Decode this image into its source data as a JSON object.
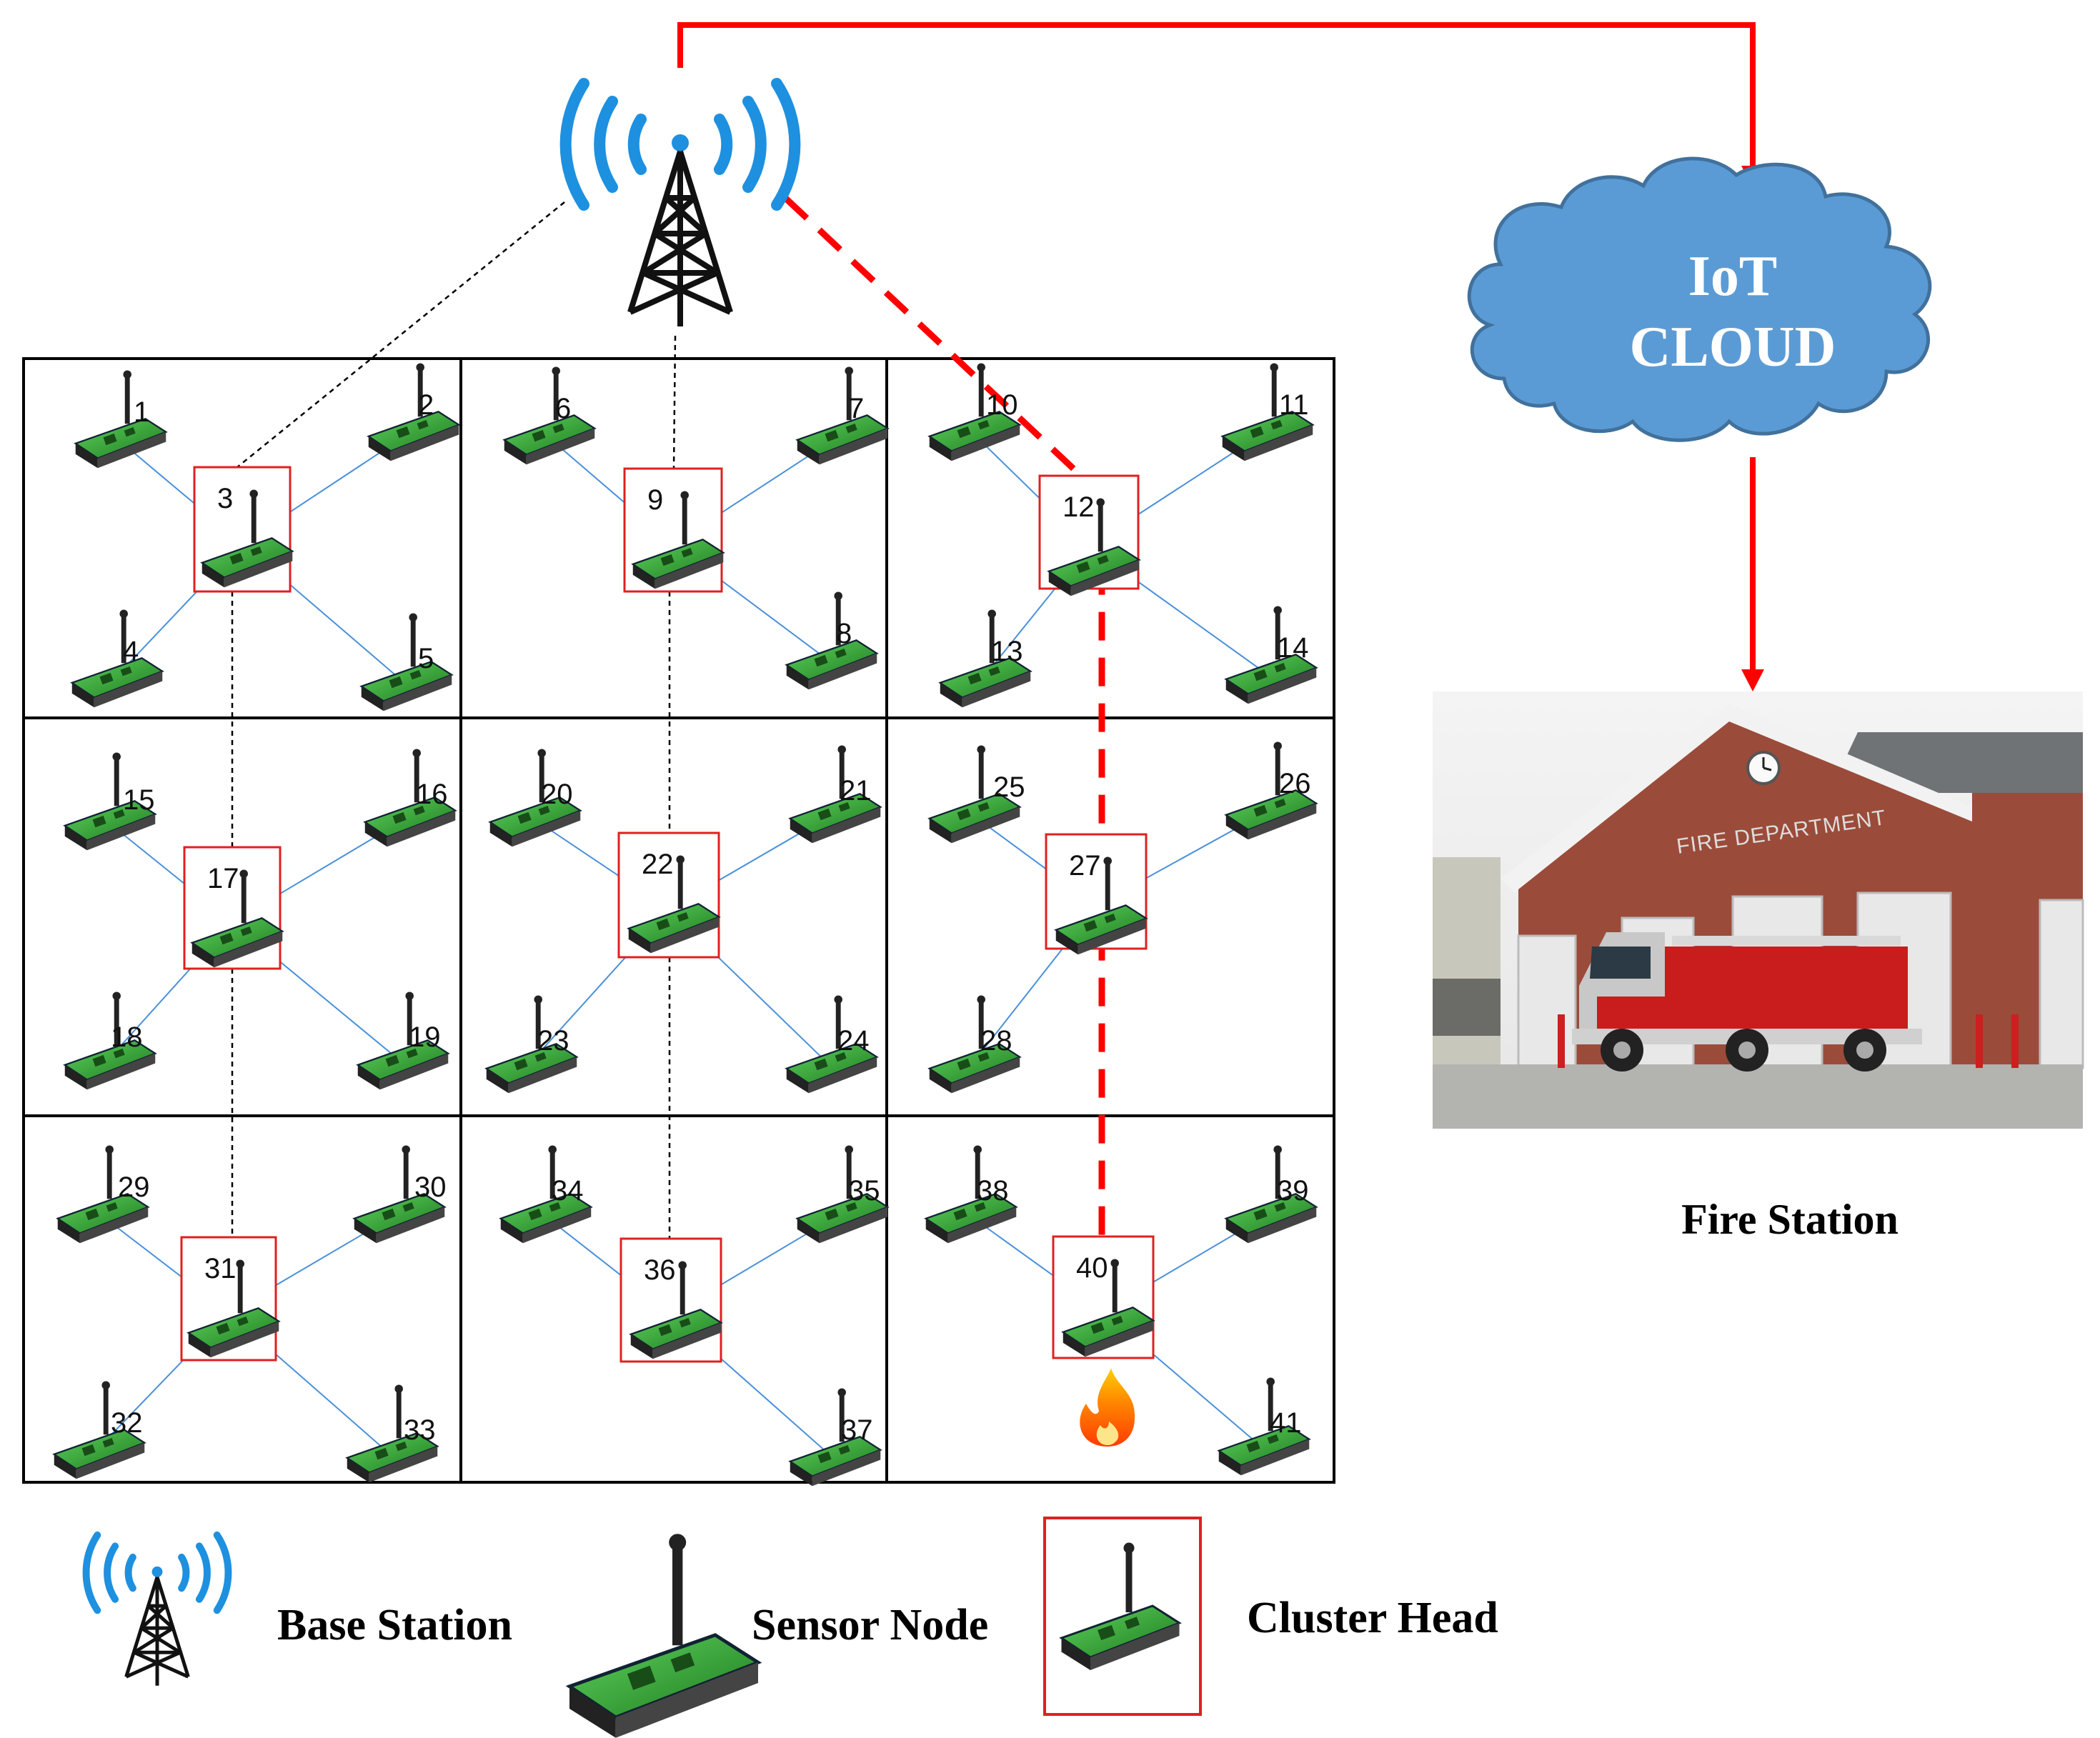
{
  "cloud": {
    "line1": "IoT",
    "line2": "CLOUD"
  },
  "fire_station": {
    "caption": "Fire Station",
    "sign": "FIRE DEPARTMENT"
  },
  "legend": {
    "base_station": "Base Station",
    "sensor_node": "Sensor Node",
    "cluster_head": "Cluster Head"
  },
  "cluster_heads": [
    "3",
    "9",
    "12",
    "17",
    "22",
    "27",
    "31",
    "36",
    "40"
  ],
  "sensor_nodes": [
    "1",
    "2",
    "4",
    "5",
    "6",
    "7",
    "8",
    "10",
    "11",
    "13",
    "14",
    "15",
    "16",
    "18",
    "19",
    "20",
    "21",
    "23",
    "24",
    "25",
    "26",
    "28",
    "29",
    "30",
    "32",
    "33",
    "34",
    "35",
    "37",
    "38",
    "39",
    "41"
  ],
  "event_marker": "fire-icon",
  "colors": {
    "alert_link": "#ff0000",
    "cloud_fill": "#5b9bd5",
    "signal_waves": "#1e90e0",
    "node_green": "#2e9e2e",
    "cluster_box": "#e02020",
    "cluster_link": "#4a90d9"
  }
}
